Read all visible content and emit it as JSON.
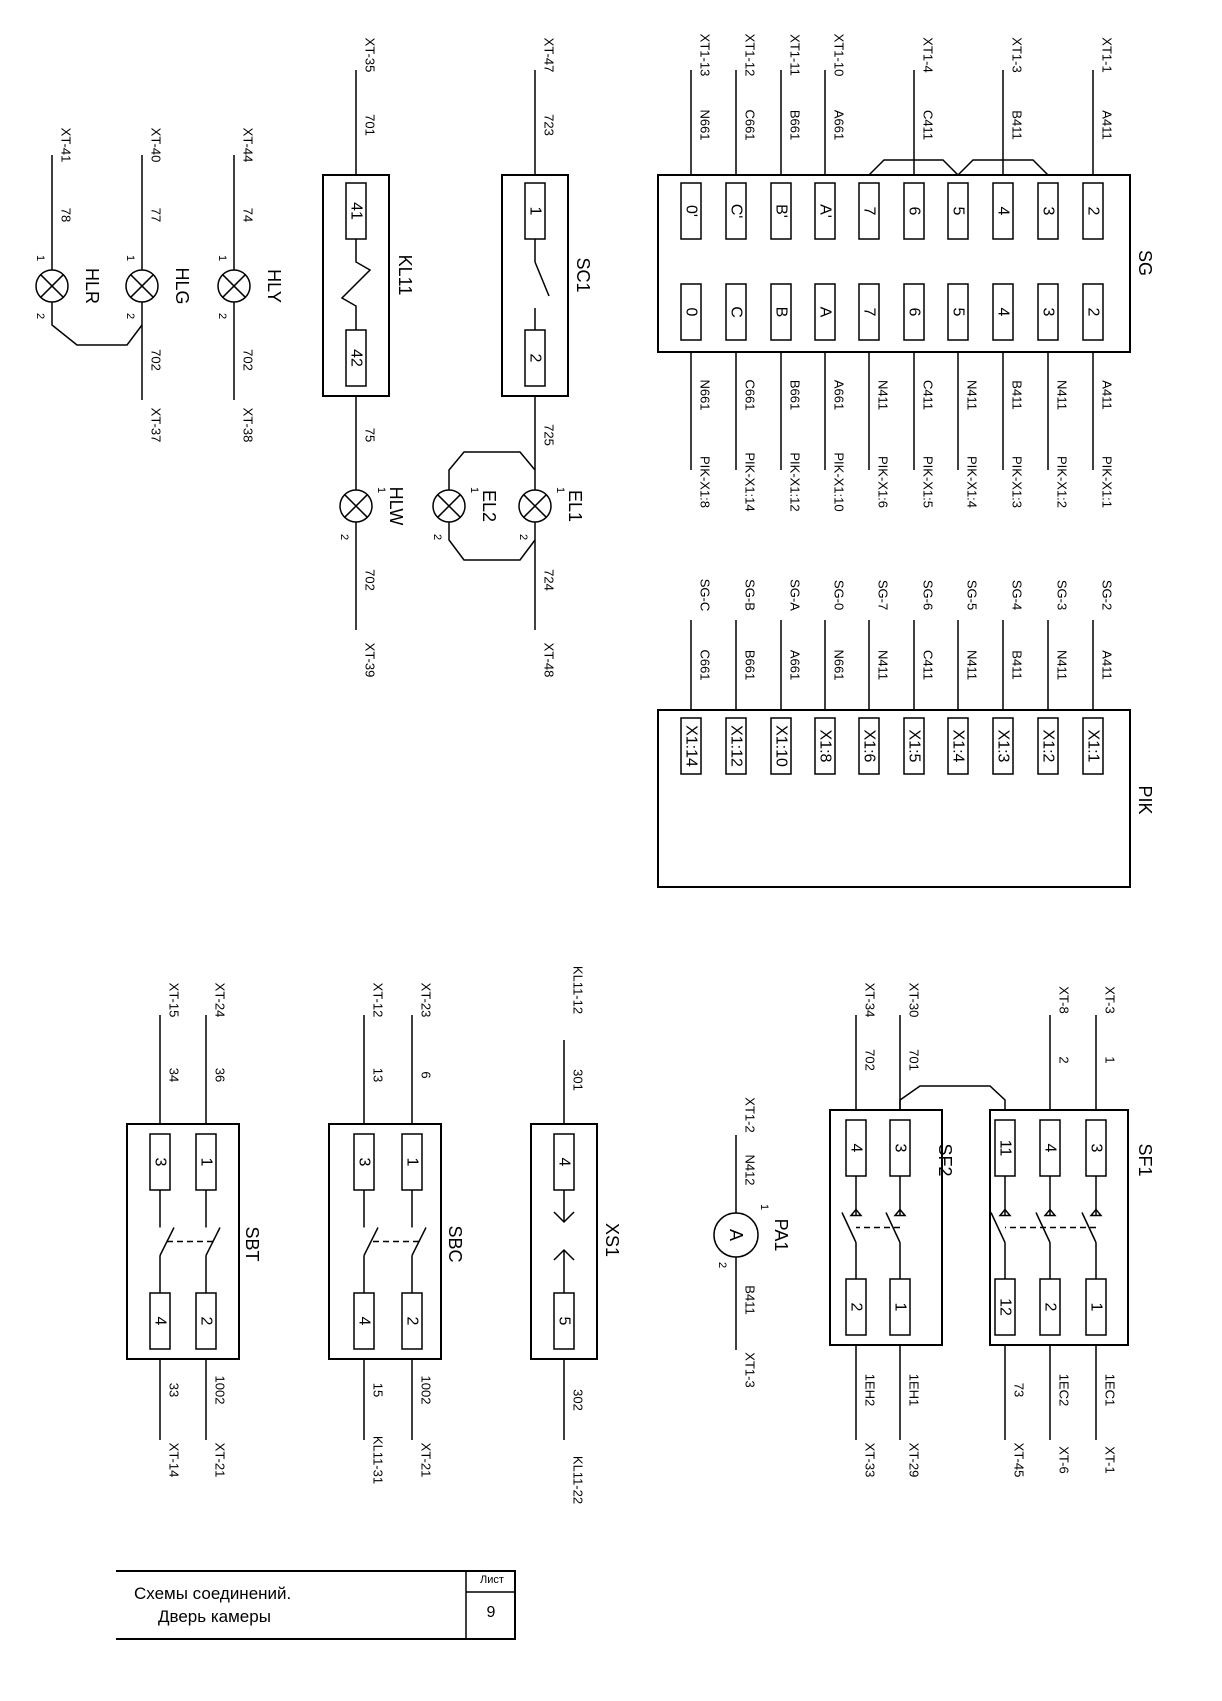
{
  "title_block": {
    "line1": "Схемы соединений.",
    "line2": "Дверь камеры",
    "sheet_label": "Лист",
    "sheet_number": "9"
  },
  "components": {
    "SG": {
      "name": "SG",
      "top_pins": [
        "2",
        "3",
        "4",
        "5",
        "6",
        "7",
        "A'",
        "B'",
        "C'",
        "0'"
      ],
      "bottom_pins": [
        "2",
        "3",
        "4",
        "5",
        "6",
        "7",
        "A",
        "B",
        "C",
        "0"
      ],
      "top_wires": [
        "A411",
        "",
        "B411",
        "",
        "C411",
        "",
        "A661",
        "B661",
        "C661",
        "N661"
      ],
      "top_terms": [
        "XT1-1",
        "",
        "XT1-3",
        "",
        "XT1-4",
        "",
        "XT1-10",
        "XT1-11",
        "XT1-12",
        "XT1-13"
      ],
      "bottom_wires": [
        "A411",
        "N411",
        "B411",
        "N411",
        "C411",
        "N411",
        "A661",
        "B661",
        "C661",
        "N661"
      ],
      "bottom_terms": [
        "PIK-X1:1",
        "PIK-X1:2",
        "PIK-X1:3",
        "PIK-X1:4",
        "PIK-X1:5",
        "PIK-X1:6",
        "PIK-X1:10",
        "PIK-X1:12",
        "PIK-X1:14",
        "PIK-X1:8"
      ]
    },
    "PIK": {
      "name": "PIK",
      "pins": [
        "X1:1",
        "X1:2",
        "X1:3",
        "X1:4",
        "X1:5",
        "X1:6",
        "X1:8",
        "X1:10",
        "X1:12",
        "X1:14"
      ],
      "wires": [
        "A411",
        "N411",
        "B411",
        "N411",
        "C411",
        "N411",
        "N661",
        "A661",
        "B661",
        "C661"
      ],
      "terms": [
        "SG-2",
        "SG-3",
        "SG-4",
        "SG-5",
        "SG-6",
        "SG-7",
        "SG-0",
        "SG-A",
        "SG-B",
        "SG-C"
      ]
    },
    "SC1": {
      "name": "SC1",
      "pin_a": "1",
      "pin_b": "2",
      "wire_in": "723",
      "term_in": "XT-47",
      "wire_out": "725"
    },
    "EL1": {
      "name": "EL1",
      "p1": "1",
      "p2": "2",
      "wire_out": "724",
      "term_out": "XT-48"
    },
    "EL2": {
      "name": "EL2",
      "p1": "1",
      "p2": "2"
    },
    "KL11": {
      "name": "KL11",
      "pin_a": "41",
      "pin_b": "42",
      "wire_in": "701",
      "term_in": "XT-35",
      "wire_out": "75"
    },
    "HLW": {
      "name": "HLW",
      "p1": "1",
      "p2": "2",
      "wire_out": "702",
      "term_out": "XT-39"
    },
    "HLY": {
      "name": "HLY",
      "p1": "1",
      "p2": "2",
      "wire_in": "74",
      "term_in": "XT-44",
      "wire_out": "702",
      "term_out": "XT-38"
    },
    "HLG": {
      "name": "HLG",
      "p1": "1",
      "p2": "2",
      "wire_in": "77",
      "term_in": "XT-40",
      "wire_out": "702",
      "term_out": "XT-37"
    },
    "HLR": {
      "name": "HLR",
      "p1": "1",
      "p2": "2",
      "wire_in": "78",
      "term_in": "XT-41"
    },
    "SF1": {
      "name": "SF1",
      "top_pins": [
        "3",
        "4",
        "11"
      ],
      "bottom_pins": [
        "1",
        "2",
        "12"
      ],
      "top_wires": [
        "1",
        "2",
        ""
      ],
      "top_terms": [
        "XT-3",
        "XT-8",
        ""
      ],
      "bottom_wires": [
        "1EC1",
        "1EC2",
        "73"
      ],
      "bottom_terms": [
        "XT-1",
        "XT-6",
        "XT-45"
      ]
    },
    "SF2": {
      "name": "SF2",
      "top_pins": [
        "3",
        "4"
      ],
      "bottom_pins": [
        "1",
        "2"
      ],
      "top_wires": [
        "701",
        "702"
      ],
      "top_terms": [
        "XT-30",
        "XT-34"
      ],
      "bottom_wires": [
        "1EH1",
        "1EH2"
      ],
      "bottom_terms": [
        "XT-29",
        "XT-33"
      ]
    },
    "PA1": {
      "name": "PA1",
      "symbol": "A",
      "p1": "1",
      "p2": "2",
      "wire_in": "N412",
      "term_in": "XT1-2",
      "wire_out": "B411",
      "term_out": "XT1-3"
    },
    "XS1": {
      "name": "XS1",
      "pin_a": "4",
      "pin_b": "5",
      "wire_in": "301",
      "term_in": "KL11-12",
      "wire_out": "302",
      "term_out": "KL11-22"
    },
    "SBC": {
      "name": "SBC",
      "top_pins": [
        "1",
        "3"
      ],
      "bottom_pins": [
        "2",
        "4"
      ],
      "top_wires": [
        "6",
        "13"
      ],
      "top_terms": [
        "XT-23",
        "XT-12"
      ],
      "bottom_wires": [
        "1002",
        "15"
      ],
      "bottom_terms": [
        "XT-21",
        "KL11-31"
      ]
    },
    "SBT": {
      "name": "SBT",
      "top_pins": [
        "1",
        "3"
      ],
      "bottom_pins": [
        "2",
        "4"
      ],
      "top_wires": [
        "36",
        "34"
      ],
      "top_terms": [
        "XT-24",
        "XT-15"
      ],
      "bottom_wires": [
        "1002",
        "33"
      ],
      "bottom_terms": [
        "XT-21",
        "XT-14"
      ]
    }
  }
}
